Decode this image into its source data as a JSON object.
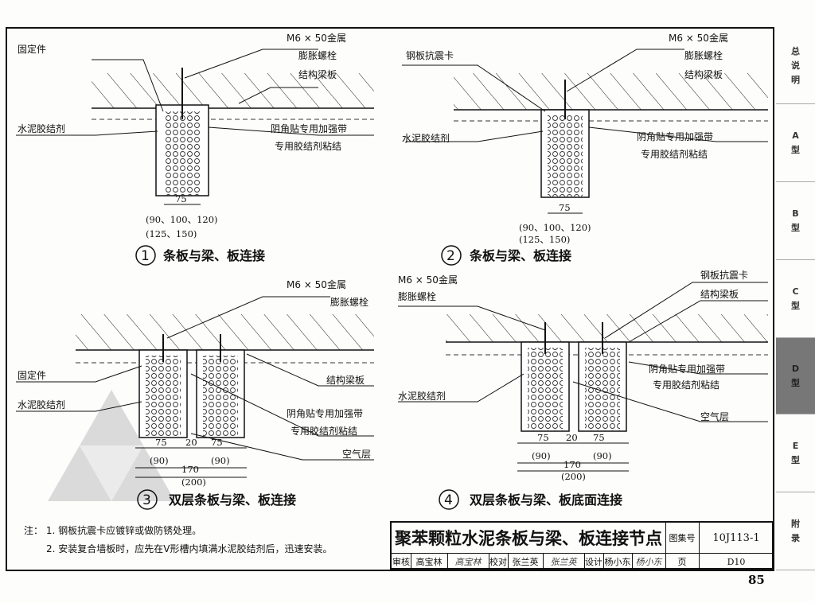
{
  "details": [
    {
      "number": "1",
      "caption": "条板与梁、板连接",
      "labels": {
        "fixer": "固定件",
        "bolt1": "M6 × 50金属",
        "bolt2": "膨胀螺栓",
        "beam": "结构梁板",
        "glue": "水泥胶结剂",
        "tape1": "阴角贴专用加强带",
        "tape2": "专用胶结剂粘结"
      },
      "dims": {
        "width": "75",
        "alt1": "(90、100、120)",
        "alt2": "(125、150)"
      }
    },
    {
      "number": "2",
      "caption": "条板与梁、板连接",
      "labels": {
        "clip": "钢板抗震卡",
        "bolt1": "M6 × 50金属",
        "bolt2": "膨胀螺栓",
        "beam": "结构梁板",
        "glue": "水泥胶结剂",
        "tape1": "阴角贴专用加强带",
        "tape2": "专用胶结剂粘结"
      },
      "dims": {
        "width": "75",
        "alt1": "(90、100、120)",
        "alt2": "(125、150)"
      }
    },
    {
      "number": "3",
      "caption": "双层条板与梁、板连接",
      "labels": {
        "bolt1": "M6 × 50金属",
        "bolt2": "膨胀螺栓",
        "fixer": "固定件",
        "beam": "结构梁板",
        "glue": "水泥胶结剂",
        "tape1": "阴角贴专用加强带",
        "tape2": "专用胶结剂粘结",
        "air": "空气层"
      },
      "dims": {
        "w1": "75",
        "gap": "20",
        "w2": "75",
        "a1": "(90)",
        "mid": "170",
        "a2": "(90)",
        "total": "(200)"
      }
    },
    {
      "number": "4",
      "caption": "双层条板与梁、板底面连接",
      "labels": {
        "bolt1": "M6 × 50金属",
        "bolt2": "膨胀螺栓",
        "clip": "钢板抗震卡",
        "beam": "结构梁板",
        "tape1": "阴角贴专用加强带",
        "tape2": "专用胶结剂粘结",
        "glue": "水泥胶结剂",
        "air": "空气层"
      },
      "dims": {
        "w1": "75",
        "gap": "20",
        "w2": "75",
        "a1": "(90)",
        "mid": "170",
        "a2": "(90)",
        "total": "(200)"
      }
    }
  ],
  "notes": {
    "title": "注：",
    "items": [
      "1. 钢板抗震卡应镀锌或做防锈处理。",
      "2. 安装复合墙板时，应先在V形槽内填满水泥胶结剂后，迅速安装。"
    ]
  },
  "title_block": {
    "title": "聚苯颗粒水泥条板与梁、板连接节点",
    "atlas_label": "图集号",
    "atlas_no": "10J113-1",
    "review_label": "审核",
    "reviewer": "高宝林",
    "review_sign": "高宝林",
    "check_label": "校对",
    "checker": "张兰英",
    "check_sign": "张兰英",
    "design_label": "设计",
    "designer": "杨小东",
    "design_sign": "杨小东",
    "page_label": "页",
    "page_no": "D10"
  },
  "side_tabs": [
    {
      "label": "总\n说\n明"
    },
    {
      "label": "A\n型"
    },
    {
      "label": "B\n型"
    },
    {
      "label": "C\n型"
    },
    {
      "label": "D\n型",
      "active": true
    },
    {
      "label": "E\n型"
    },
    {
      "label": "附\n录"
    }
  ],
  "page_number": "85"
}
